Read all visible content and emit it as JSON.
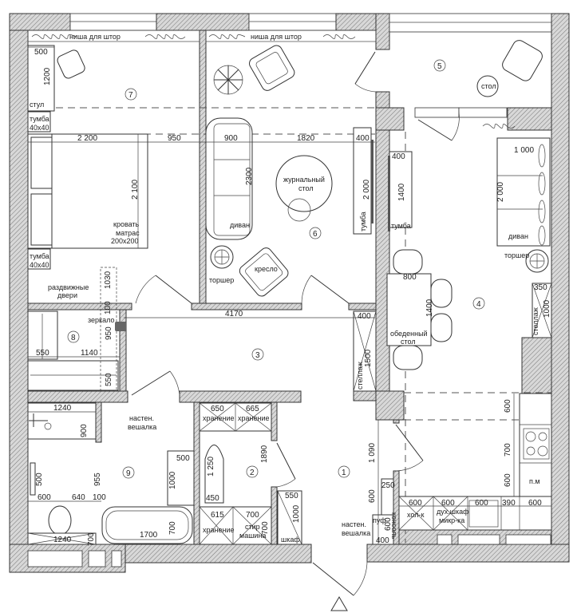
{
  "room_numbers": [
    "1",
    "2",
    "3",
    "4",
    "5",
    "6",
    "7",
    "8",
    "9"
  ],
  "labels": {
    "niche": "ниша для штор",
    "chair": "стул",
    "nightstand": "тумба",
    "nightstand_size": "40x40",
    "bed": "кровать",
    "mattress": "матрас",
    "mattress_size": "200x200",
    "sliding_doors_1": "раздвижные",
    "sliding_doors_2": "двери",
    "sofa": "диван",
    "coffee_table_1": "журнальный",
    "coffee_table_2": "стол",
    "tv_stand": "тумба",
    "floor_lamp": "торшер",
    "armchair": "кресло",
    "table": "стол",
    "dining_1": "обеденный",
    "dining_2": "стол",
    "shelving": "стеллаж",
    "mirror": "зеркало",
    "hanger_1": "настен.",
    "hanger_2": "вешалка",
    "storage": "хранение",
    "washer_1": "стир",
    "washer_2": "машина",
    "wardrobe": "шкаф",
    "console": "консоль",
    "pouf": "пуф",
    "fridge": "хол-к",
    "oven": "дух.шкаф",
    "microwave": "микр-ка",
    "sink_cabinet": "п.м"
  },
  "dims": [
    "500",
    "1200",
    "2 200",
    "950",
    "900",
    "1820",
    "400",
    "2 100",
    "1030",
    "2300",
    "2 000",
    "400",
    "1400",
    "1 000",
    "2 000",
    "800",
    "1400",
    "350",
    "1000",
    "100",
    "950",
    "550",
    "1140",
    "550",
    "4170",
    "400",
    "1500",
    "1240",
    "900",
    "955",
    "500",
    "500",
    "1000",
    "1 250",
    "1890",
    "450",
    "650",
    "665",
    "600",
    "640",
    "100",
    "615",
    "700",
    "700",
    "700",
    "1700",
    "1240",
    "700",
    "550",
    "1000",
    "1 090",
    "600",
    "250",
    "600",
    "400",
    "600",
    "600",
    "600",
    "390",
    "600",
    "600",
    "700",
    "600"
  ]
}
